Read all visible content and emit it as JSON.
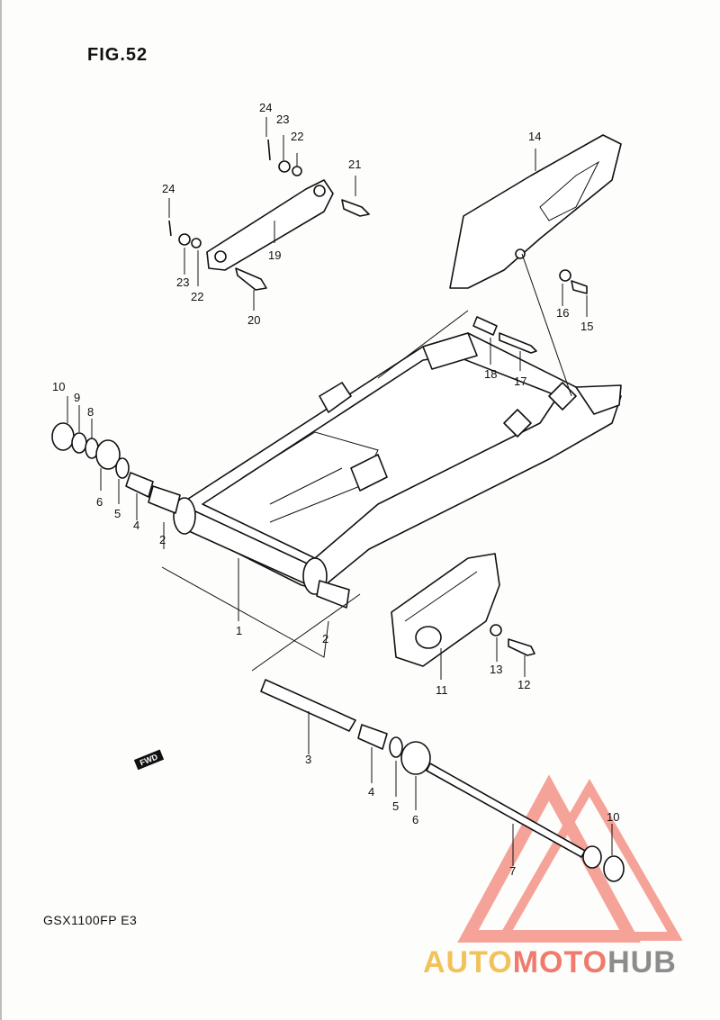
{
  "figure": {
    "title": "FIG.52"
  },
  "model": {
    "code": "GSX1100FP  E3"
  },
  "watermark": {
    "part1": "AUTO",
    "part2": "MOTO",
    "part3": "HUB",
    "colors": {
      "auto": "#f2c25a",
      "moto": "#f07a6c",
      "hub": "#8c8c8c",
      "triangle": "#f05a4a"
    }
  },
  "direction": {
    "label": "FWD"
  },
  "callouts": [
    "1",
    "2",
    "2",
    "3",
    "4",
    "4",
    "5",
    "5",
    "6",
    "6",
    "7",
    "8",
    "9",
    "10",
    "10",
    "11",
    "12",
    "13",
    "14",
    "15",
    "16",
    "17",
    "18",
    "19",
    "20",
    "21",
    "22",
    "22",
    "23",
    "23",
    "24",
    "24"
  ]
}
